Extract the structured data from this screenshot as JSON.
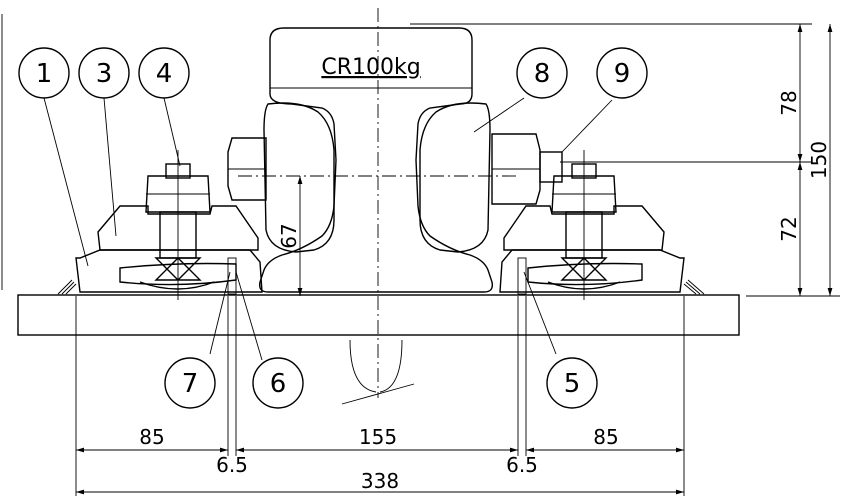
{
  "rail_label": "CR100kg",
  "callouts": [
    {
      "id": "c1",
      "label": "1"
    },
    {
      "id": "c3",
      "label": "3"
    },
    {
      "id": "c4",
      "label": "4"
    },
    {
      "id": "c5",
      "label": "5"
    },
    {
      "id": "c6",
      "label": "6"
    },
    {
      "id": "c7",
      "label": "7"
    },
    {
      "id": "c8",
      "label": "8"
    },
    {
      "id": "c9",
      "label": "9"
    }
  ],
  "dimensions": {
    "bolt_height": "67",
    "upper_right": "78",
    "total_right": "150",
    "lower_right": "72",
    "left_plate": "85",
    "rail_base_gap": "155",
    "right_plate": "85",
    "gap_left": "6.5",
    "gap_right": "6.5",
    "overall": "338"
  }
}
